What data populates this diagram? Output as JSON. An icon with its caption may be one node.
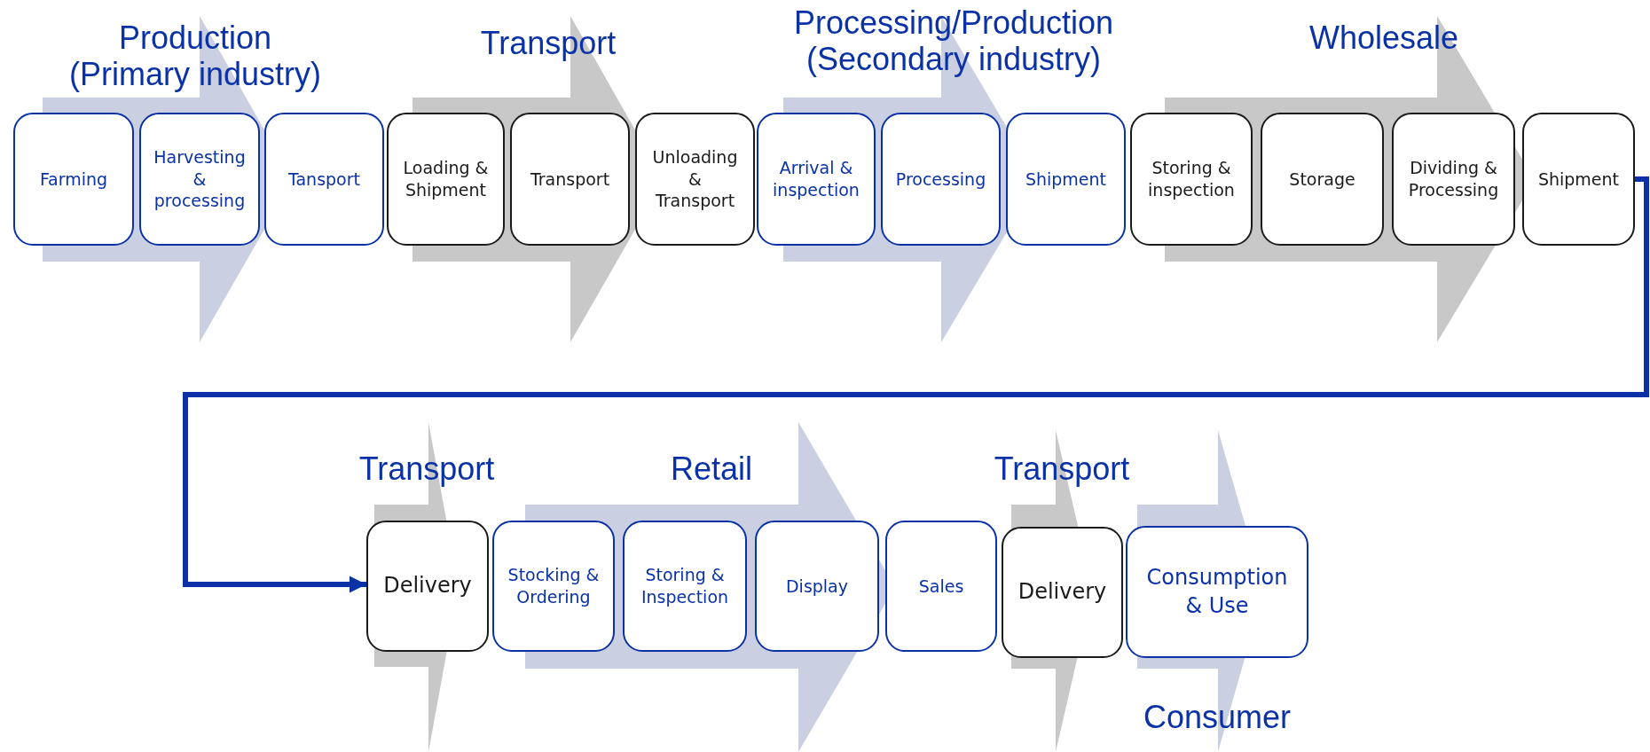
{
  "diagram": {
    "nodes": [
      {
        "text": [
          "Farming"
        ]
      },
      {
        "text": [
          "Harvesting & processing"
        ]
      },
      {
        "text": [
          "Tansport"
        ]
      },
      {
        "text": [
          "Loading & Shipment"
        ]
      },
      {
        "text": [
          "Transport"
        ]
      },
      {
        "text": [
          "Unloading & Transport"
        ]
      },
      {
        "text": [
          "Arrival & inspection"
        ]
      },
      {
        "text": [
          "Processing"
        ]
      },
      {
        "text": [
          "Shipment"
        ]
      },
      {
        "text": [
          "Storing & inspection"
        ]
      },
      {
        "text": [
          "Storage"
        ]
      },
      {
        "text": [
          "Dividing & Processing"
        ]
      },
      {
        "text": [
          "Shipment"
        ]
      },
      {
        "text": [
          "Delivery"
        ]
      },
      {
        "text": [
          "Stocking & Ordering"
        ]
      },
      {
        "text": [
          "Storing & Inspection"
        ]
      },
      {
        "text": [
          "Display"
        ]
      },
      {
        "text": [
          "Sales"
        ]
      },
      {
        "text": [
          "Delivery"
        ]
      },
      {
        "text": [
          "Consumption & Use"
        ]
      }
    ],
    "edges": [
      {
        "from": 12,
        "to": 13,
        "arrow": "to"
      },
      {
        "from": 0,
        "to": 2,
        "arrow": "to"
      },
      {
        "from": 3,
        "to": 5,
        "arrow": "to"
      },
      {
        "from": 6,
        "to": 8,
        "arrow": "to"
      },
      {
        "from": 9,
        "to": 12,
        "arrow": "to"
      },
      {
        "from": 14,
        "to": 17,
        "arrow": "to"
      }
    ],
    "labels": [
      "Production (Primary industry)",
      "Transport",
      "Processing/Production (Secondary industry)",
      "Wholesale",
      "Transport",
      "Retail",
      "Transport",
      "Consumer"
    ]
  }
}
